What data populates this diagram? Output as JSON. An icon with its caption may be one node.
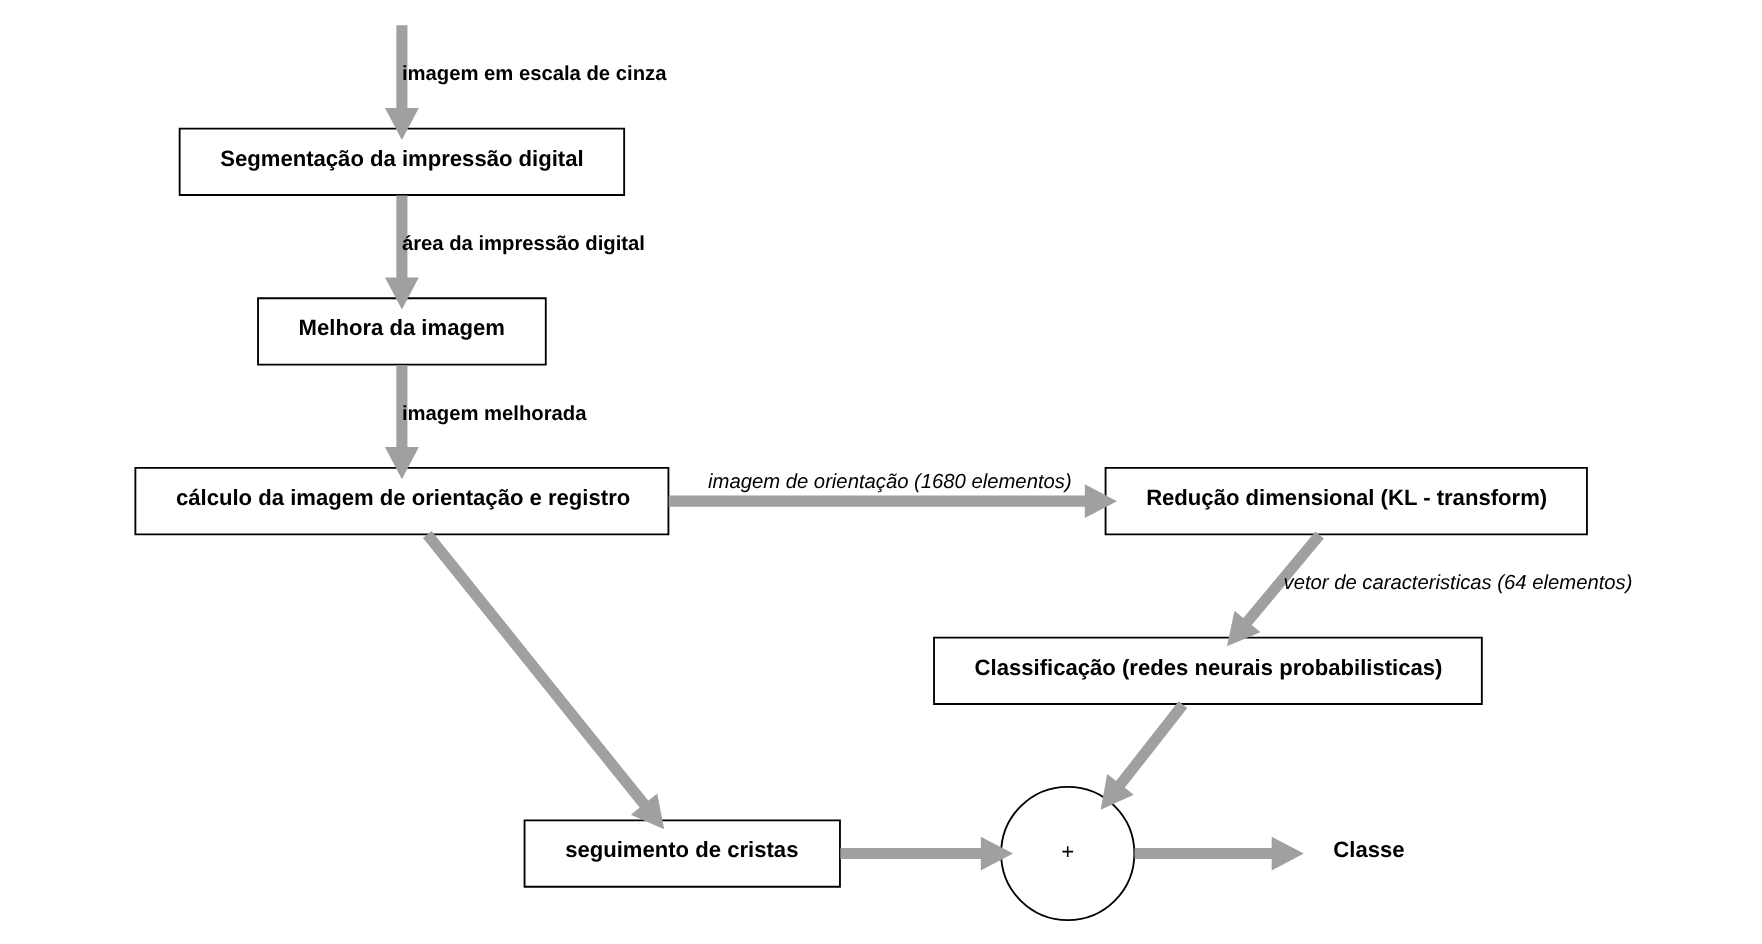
{
  "diagram": {
    "nodes": [
      {
        "text": [
          "Segmentação da impressão digital"
        ]
      },
      {
        "text": [
          "Melhora da imagem"
        ]
      },
      {
        "text": [
          "cálculo da imagem de orientação e registro"
        ]
      },
      {
        "text": [
          "Redução dimensional (KL - transform)"
        ]
      },
      {
        "text": [
          "Classificação (redes neurais probabilisticas)"
        ]
      },
      {
        "text": [
          "+"
        ]
      },
      {
        "text": [
          "seguimento de cristas"
        ]
      },
      {
        "text": [
          "Classe"
        ]
      }
    ],
    "edges": [
      {
        "from": null,
        "to": 0,
        "arrow": "to",
        "label": "imagem em escala de cinza"
      },
      {
        "from": 0,
        "to": 1,
        "arrow": "to",
        "label": "área da impressão digital"
      },
      {
        "from": 1,
        "to": 2,
        "arrow": "to",
        "label": "imagem melhorada"
      },
      {
        "from": 2,
        "to": 3,
        "arrow": "to",
        "label": "imagem de orientação (1680 elementos)"
      },
      {
        "from": 2,
        "to": 6,
        "arrow": "to"
      },
      {
        "from": 3,
        "to": 4,
        "arrow": "to",
        "label": "vetor de caracteristicas (64 elementos)"
      },
      {
        "from": 4,
        "to": 5,
        "arrow": "to"
      },
      {
        "from": 6,
        "to": 5,
        "arrow": "to"
      },
      {
        "from": 5,
        "to": 7,
        "arrow": "to"
      }
    ]
  }
}
